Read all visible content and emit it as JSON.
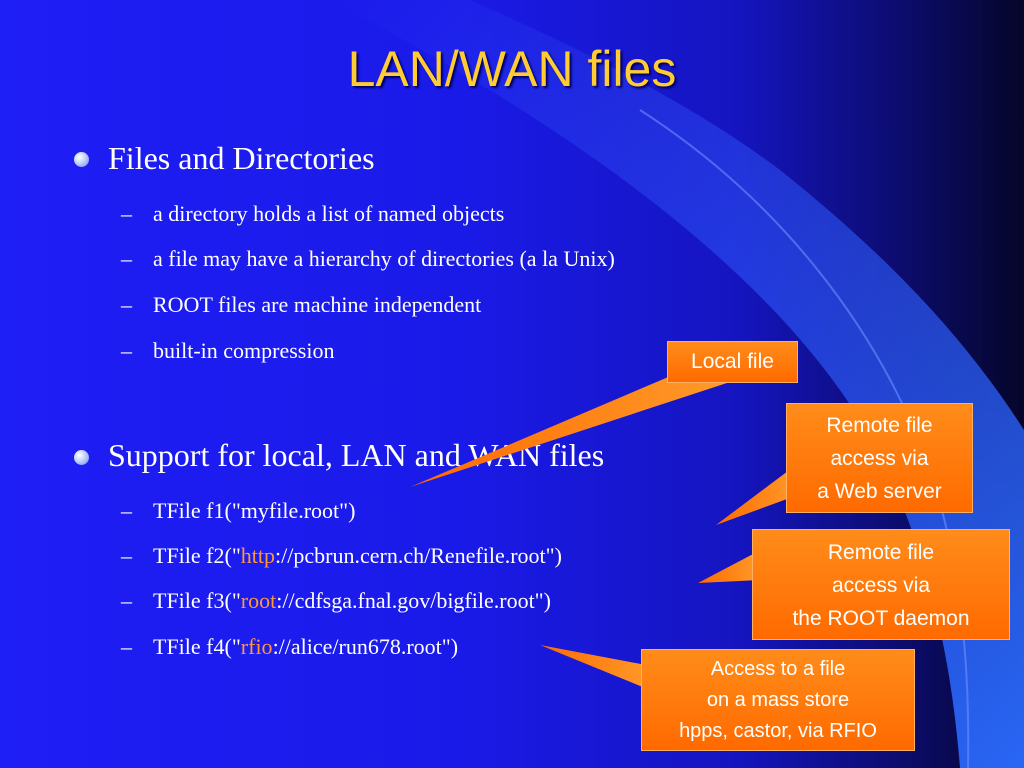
{
  "title": "LAN/WAN files",
  "sections": [
    {
      "heading": "Files and Directories",
      "items": [
        "a directory holds a list of named objects",
        "a file may have a hierarchy of directories (a la Unix)",
        "ROOT files are machine independent",
        "built-in compression"
      ]
    },
    {
      "heading": "Support for local, LAN and WAN files",
      "items": [
        "TFile f1(\"myfile.root\")",
        {
          "pre": "TFile f2(\"",
          "hl": "http",
          "post": "://pcbrun.cern.ch/Renefile.root\")"
        },
        {
          "pre": "TFile f3(\"",
          "hl": "root",
          "post": "://cdfsga.fnal.gov/bigfile.root\")"
        },
        {
          "pre": "TFile f4(\"",
          "hl": "rfio",
          "post": "://alice/run678.root\")"
        }
      ]
    }
  ],
  "callouts": {
    "local": {
      "lines": [
        "Local file"
      ]
    },
    "web": {
      "lines": [
        "Remote file",
        "access via",
        "a Web server"
      ]
    },
    "daemon": {
      "lines": [
        "Remote file",
        "access via",
        "the ROOT daemon"
      ]
    },
    "mass": {
      "lines": [
        "Access to a file",
        "on a mass store",
        "hpps, castor, via RFIO"
      ]
    }
  },
  "colors": {
    "title": "#ffcc33",
    "text": "#ffffff",
    "protocol_highlight": "#ff9933",
    "callout_fill": "#ff7a10"
  }
}
